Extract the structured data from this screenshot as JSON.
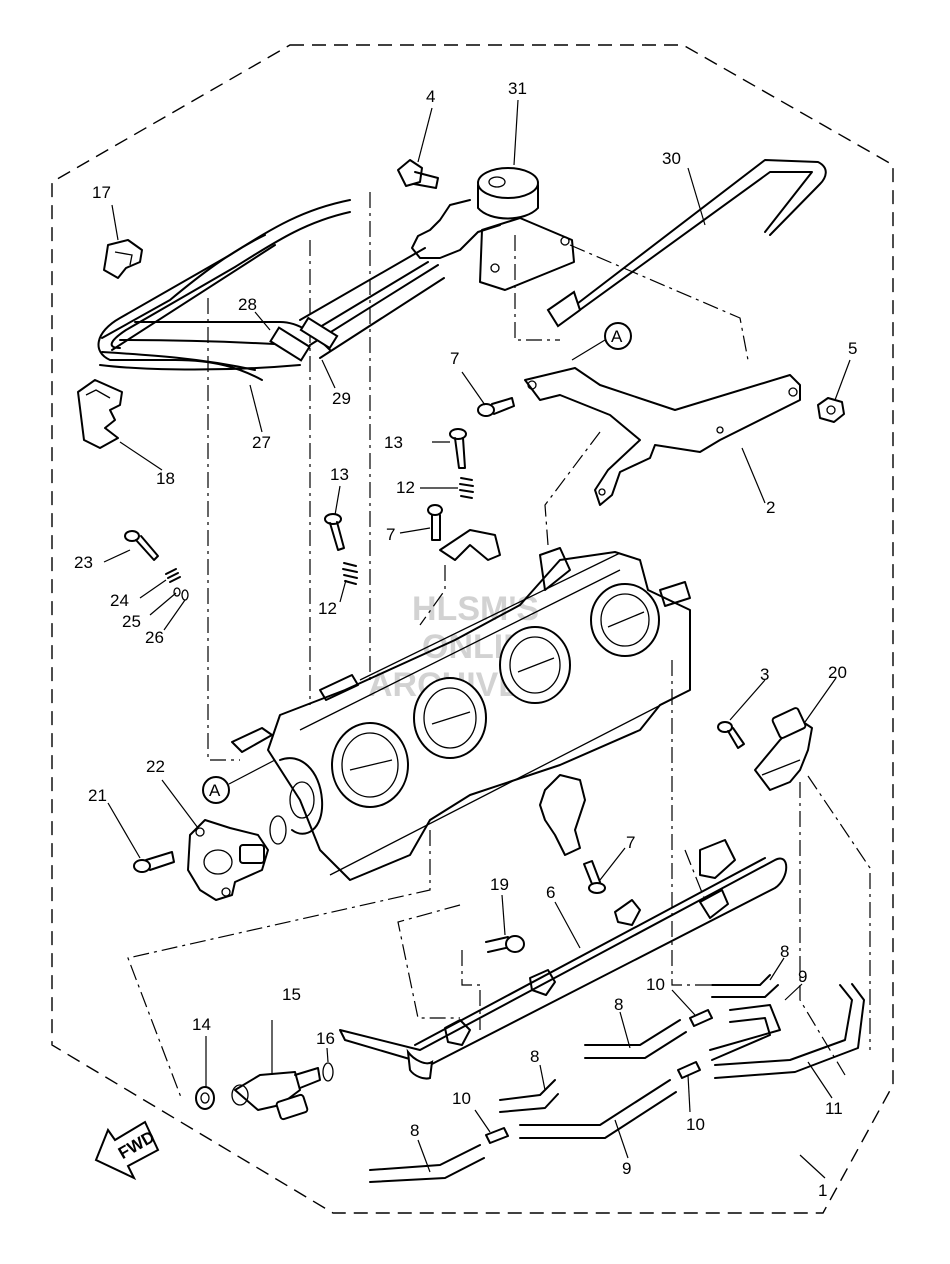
{
  "watermark": [
    "HLSM'S",
    "ONLINE",
    "ARCHIVE"
  ],
  "marker_label": "A",
  "fwd_label": "FWD",
  "callouts": {
    "c1": "1",
    "c2": "2",
    "c3": "3",
    "c4": "4",
    "c5": "5",
    "c6": "6",
    "c7a": "7",
    "c7b": "7",
    "c7c": "7",
    "c8a": "8",
    "c8b": "8",
    "c8c": "8",
    "c8d": "8",
    "c9a": "9",
    "c9b": "9",
    "c10a": "10",
    "c10b": "10",
    "c10c": "10",
    "c11": "11",
    "c12a": "12",
    "c12b": "12",
    "c13a": "13",
    "c13b": "13",
    "c14": "14",
    "c15": "15",
    "c16": "16",
    "c17": "17",
    "c18": "18",
    "c19": "19",
    "c20": "20",
    "c21": "21",
    "c22": "22",
    "c23": "23",
    "c24": "24",
    "c25": "25",
    "c26": "26",
    "c27": "27",
    "c28": "28",
    "c29": "29",
    "c30": "30",
    "c31": "31"
  }
}
